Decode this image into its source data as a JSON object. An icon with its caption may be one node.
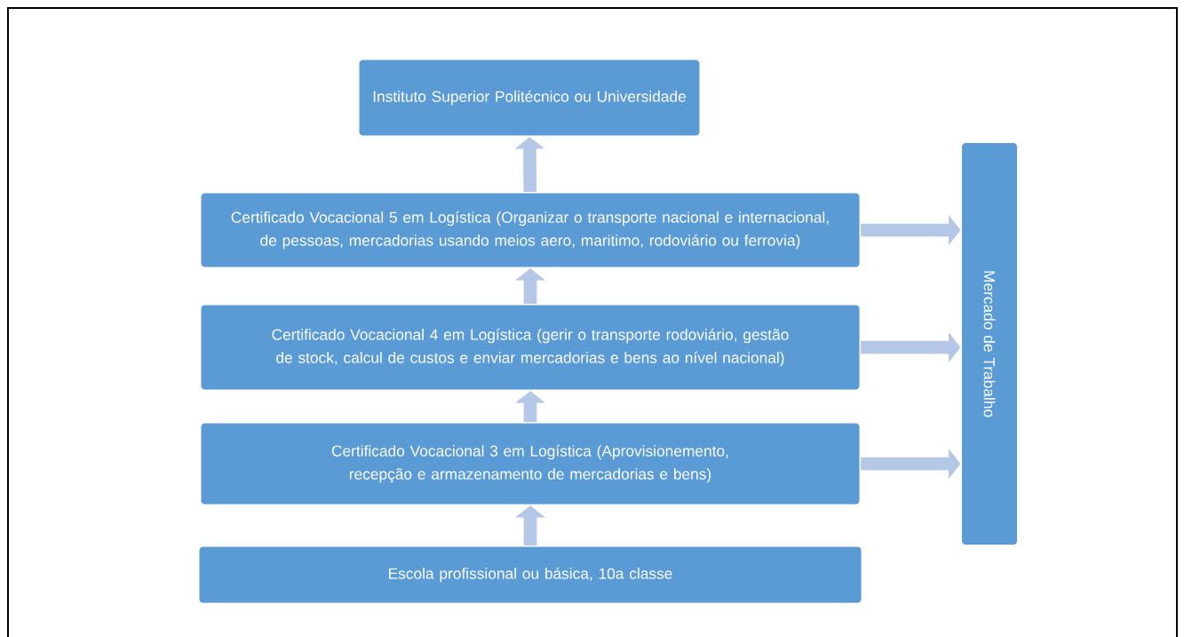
{
  "diagram": {
    "nodes": [
      {
        "text": [
          "Instituto Superior Politécnico ou Universidade"
        ]
      },
      {
        "text": [
          "Certificado Vocacional 5 em Logística (Organizar o transporte nacional e internacional, de pessoas, mercadorias usando meios aero, maritimo, rodoviário ou ferrovia)"
        ]
      },
      {
        "text": [
          "Certificado Vocacional 4 em Logística (gerir o transporte rodoviário, gestão de stock, calcul de custos e enviar mercadorias e bens ao nível nacional)"
        ]
      },
      {
        "text": [
          "Certificado Vocacional 3 em Logística (Aprovisionemento, recepção e armazenamento de mercadorias e bens)"
        ]
      },
      {
        "text": [
          "Escola profissional ou básica, 10a classe"
        ]
      },
      {
        "text": [
          "Mercado de Trabalho"
        ]
      }
    ],
    "edges": [
      {
        "from": 4,
        "to": 3,
        "arrow": "to"
      },
      {
        "from": 3,
        "to": 2,
        "arrow": "to"
      },
      {
        "from": 2,
        "to": 1,
        "arrow": "to"
      },
      {
        "from": 1,
        "to": 0,
        "arrow": "to"
      },
      {
        "from": 1,
        "to": 5,
        "arrow": "to"
      },
      {
        "from": 2,
        "to": 5,
        "arrow": "to"
      },
      {
        "from": 3,
        "to": 5,
        "arrow": "to"
      }
    ]
  }
}
